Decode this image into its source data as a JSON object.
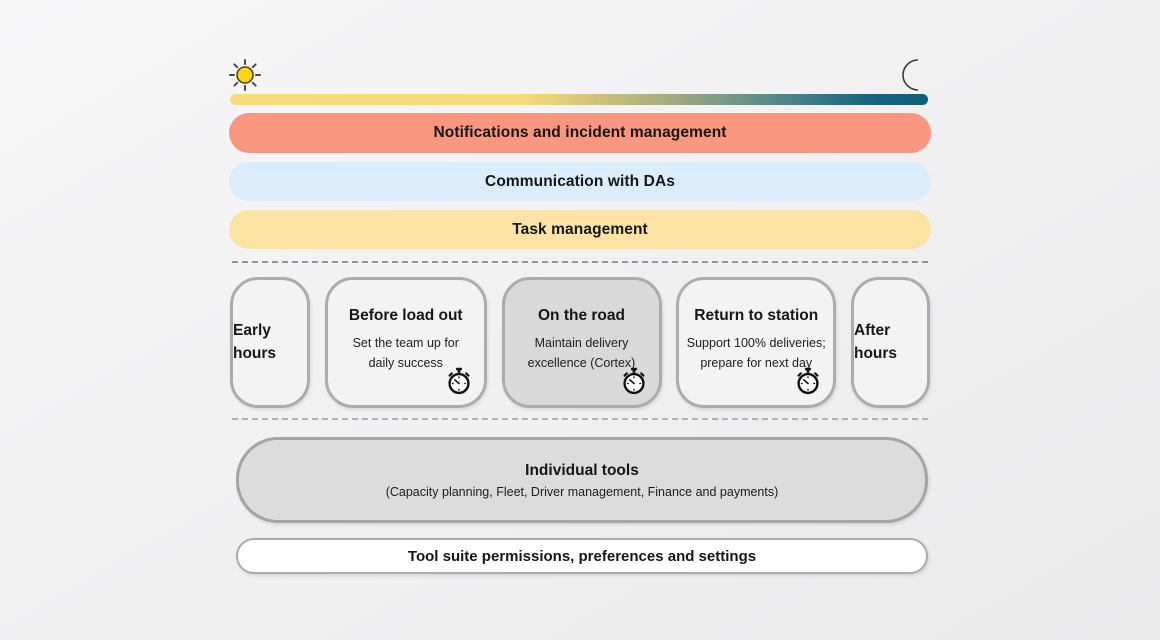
{
  "timeline": {
    "sun_icon": "sun",
    "moon_icon": "moon",
    "gradient_start_color": "#F8DB7A",
    "gradient_end_color": "#0E5F7E"
  },
  "lanes": [
    {
      "label": "Notifications and incident management",
      "color": "#f8977f"
    },
    {
      "label": "Communication with DAs",
      "color": "#dbedfa"
    },
    {
      "label": "Task management",
      "color": "#fbe3a4"
    }
  ],
  "phases": [
    {
      "title": "Early hours",
      "description": "",
      "highlighted": false,
      "timer": false
    },
    {
      "title": "Before load out",
      "description": "Set the team up for daily success",
      "highlighted": false,
      "timer": true
    },
    {
      "title": "On the road",
      "description": "Maintain delivery excellence (Cortex)",
      "highlighted": true,
      "timer": true
    },
    {
      "title": "Return to station",
      "description": "Support 100% deliveries; prepare for next day",
      "highlighted": false,
      "timer": true
    },
    {
      "title": "After hours",
      "description": "",
      "highlighted": false,
      "timer": false
    }
  ],
  "tools": {
    "title": "Individual tools",
    "subtitle": "(Capacity planning, Fleet, Driver management, Finance and payments)"
  },
  "footer": {
    "label": "Tool suite permissions, preferences and settings"
  }
}
